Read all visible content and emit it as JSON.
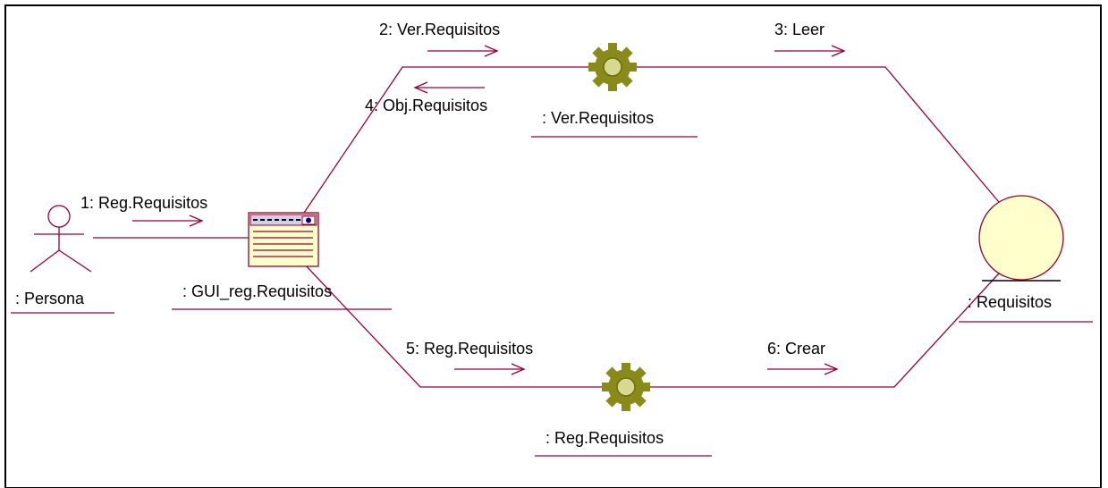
{
  "diagram": {
    "objects": {
      "persona": ": Persona",
      "gui": ": GUI_reg.Requisitos",
      "ver_control": ": Ver.Requisitos",
      "reg_control": ": Reg.Requisitos",
      "entity": ": Requisitos"
    },
    "messages": {
      "m1": "1: Reg.Requisitos",
      "m2": "2: Ver.Requisitos",
      "m3": "3: Leer",
      "m4": "4: Obj.Requisitos",
      "m5": "5: Reg.Requisitos",
      "m6": "6: Crear"
    },
    "colors": {
      "link": "#990033",
      "gear": "#8a8a1a",
      "entity_fill": "#ffffcc",
      "boundary_fill": "#ffffcc"
    }
  }
}
